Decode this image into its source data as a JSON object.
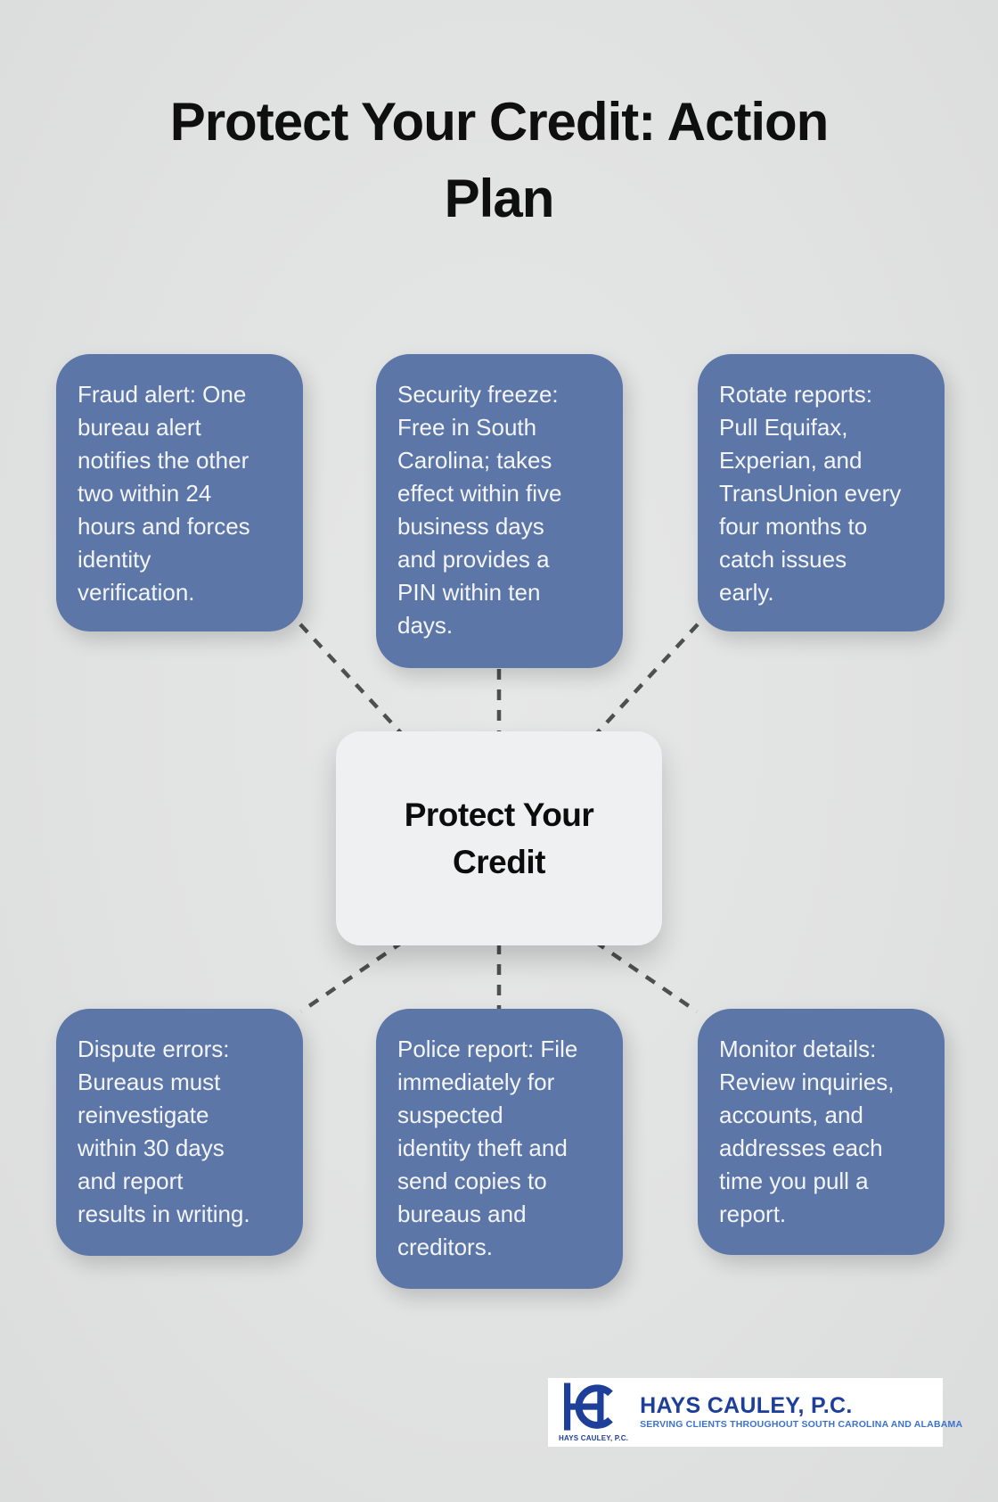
{
  "title": "Protect Your Credit: Action\nPlan",
  "center_node": {
    "label": "Protect Your\nCredit"
  },
  "cards": [
    {
      "id": "fraud-alert",
      "text": "Fraud alert: One\nbureau alert\nnotifies the other\ntwo within 24\nhours and forces\nidentity\nverification."
    },
    {
      "id": "security-freeze",
      "text": "Security freeze:\nFree in South\nCarolina; takes\neffect within five\nbusiness days\nand provides a\nPIN within ten\ndays."
    },
    {
      "id": "rotate-reports",
      "text": "Rotate reports:\nPull Equifax,\nExperian, and\nTransUnion every\nfour months to\ncatch issues\nearly."
    },
    {
      "id": "dispute-errors",
      "text": "Dispute errors:\nBureaus must\nreinvestigate\nwithin 30 days\nand report\nresults in writing."
    },
    {
      "id": "police-report",
      "text": "Police report: File\nimmediately for\nsuspected\nidentity theft and\nsend copies to\nbureaus and\ncreditors."
    },
    {
      "id": "monitor-details",
      "text": "Monitor details:\nReview inquiries,\naccounts, and\naddresses each\ntime you pull a\nreport."
    }
  ],
  "logo": {
    "monogram": "HC",
    "monogram_caption": "HAYS CAULEY, P.C.",
    "name": "HAYS CAULEY, P.C.",
    "tagline": "SERVING CLIENTS THROUGHOUT SOUTH CAROLINA AND ALABAMA"
  },
  "colors": {
    "background": "#e1e2e2",
    "card_blue": "#5d76a8",
    "card_text": "#f3f5f9",
    "center_box": "#eff0f1",
    "connector": "#4f4f4f",
    "title_text": "#0f0f0f",
    "logo_navy": "#1e3f99",
    "logo_blue": "#3c72cf"
  }
}
